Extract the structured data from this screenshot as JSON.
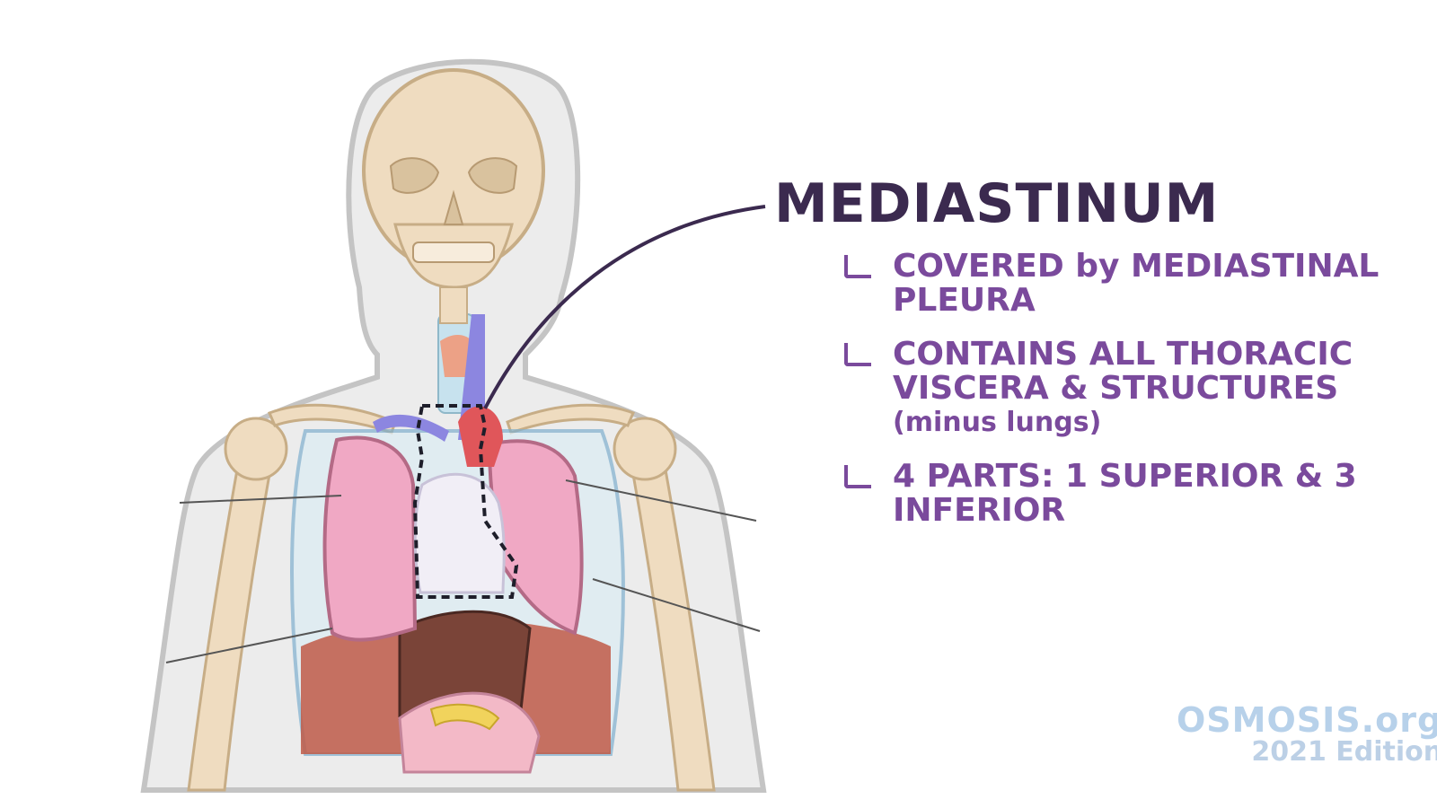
{
  "heading": "MEDIASTINUM",
  "bullets": [
    {
      "text": "COVERED by MEDIASTINAL PLEURA",
      "sub": ""
    },
    {
      "text": "CONTAINS ALL THORACIC VISCERA & STRUCTURES",
      "sub": "(minus lungs)"
    },
    {
      "text": "4 PARTS: 1 SUPERIOR & 3 INFERIOR",
      "sub": ""
    }
  ],
  "brand": {
    "logo": "OSMOSIS.org",
    "edition": "2021 Edition"
  },
  "colors": {
    "heading": "#3b2a4f",
    "bullet": "#7a4a9c",
    "bone": "#efdcc0",
    "lung": "#f0a8c4",
    "pleura": "#a9d4ea",
    "heart": "#f1eef6",
    "liver": "#7a4438",
    "muscle": "#c05a48",
    "vein": "#8c86e0",
    "artery": "#e0565a",
    "brand": "#b7d1ea"
  },
  "icons": [
    "hook-bullet-icon",
    "osmosis-logo-icon"
  ]
}
